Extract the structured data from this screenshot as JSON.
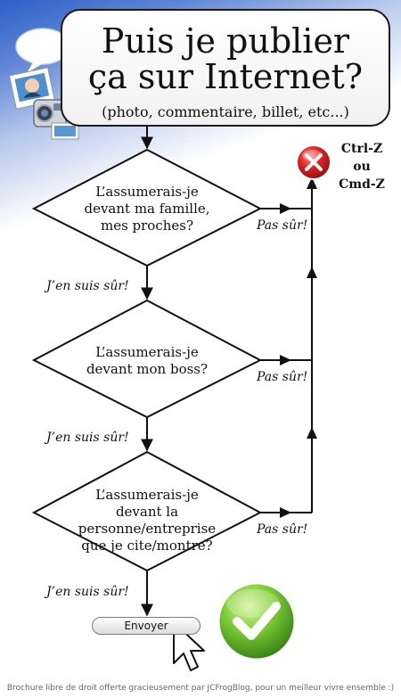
{
  "header": {
    "title": "Puis je publier ça sur Internet?",
    "subtitle": "(photo, commentaire, billet, etc...)"
  },
  "questions": [
    {
      "lines": [
        "L’assumerais-je",
        "devant ma famille,",
        "mes proches?"
      ]
    },
    {
      "lines": [
        "L’assumerais-je",
        "devant mon boss?"
      ]
    },
    {
      "lines": [
        "L’assumerais-je",
        "devant la personne/entreprise",
        "que je cite/montre?"
      ]
    }
  ],
  "labels": {
    "not_sure": "Pas sûr!",
    "sure": "J’en suis sûr!"
  },
  "undo": {
    "lines": [
      "Ctrl-Z",
      "ou",
      "Cmd-Z"
    ]
  },
  "send_button": {
    "label": "Envoyer"
  },
  "footer": {
    "text": "Brochure libre de droit offerte gracieusement par JCFrogBlog, pour un meilleur vivre ensemble :)"
  },
  "colors": {
    "header_gradient": "#2e5fc9",
    "undo_red": "#d81e1e",
    "ok_green": "#5cb82a",
    "line": "#111111"
  },
  "icons": [
    "speech-bubble-icon",
    "photo-icon",
    "camera-icon",
    "close-icon",
    "check-icon",
    "cursor-icon"
  ]
}
